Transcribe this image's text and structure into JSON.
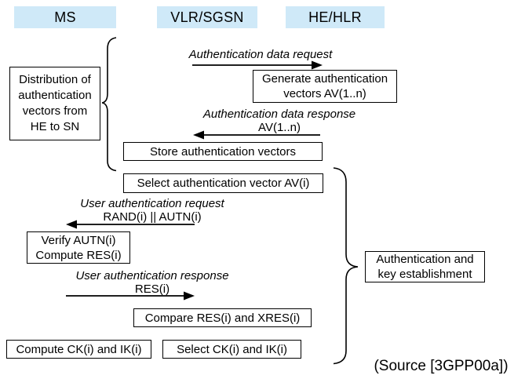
{
  "colors": {
    "header_bg": "#cfe9f8",
    "line": "#000000"
  },
  "headers": {
    "ms": "MS",
    "vlr_sgsn": "VLR/SGSN",
    "he_hlr": "HE/HLR"
  },
  "messages": {
    "auth_data_request": {
      "label": "Authentication data request"
    },
    "auth_data_response": {
      "label": "Authentication data response",
      "param": "AV(1..n)"
    },
    "user_auth_request": {
      "label": "User authentication request",
      "param": "RAND(i) || AUTN(i)"
    },
    "user_auth_response": {
      "label": "User authentication response",
      "param": "RES(i)"
    }
  },
  "boxes": {
    "distribution": {
      "line1": "Distribution of",
      "line2": "authentication",
      "line3": "vectors from",
      "line4": "HE to SN"
    },
    "generate": {
      "line1": "Generate authentication",
      "line2": "vectors AV(1..n)"
    },
    "store": {
      "line1": "Store authentication vectors"
    },
    "select_av": {
      "line1": "Select authentication vector AV(i)"
    },
    "verify": {
      "line1": "Verify AUTN(i)",
      "line2": "Compute RES(i)"
    },
    "compare": {
      "line1": "Compare RES(i) and XRES(i)"
    },
    "compute_ck": {
      "line1": "Compute CK(i) and IK(i)"
    },
    "select_ck": {
      "line1": "Select CK(i) and IK(i)"
    },
    "auth_key": {
      "line1": "Authentication and",
      "line2": "key establishment"
    }
  },
  "source": "(Source [3GPP00a])"
}
